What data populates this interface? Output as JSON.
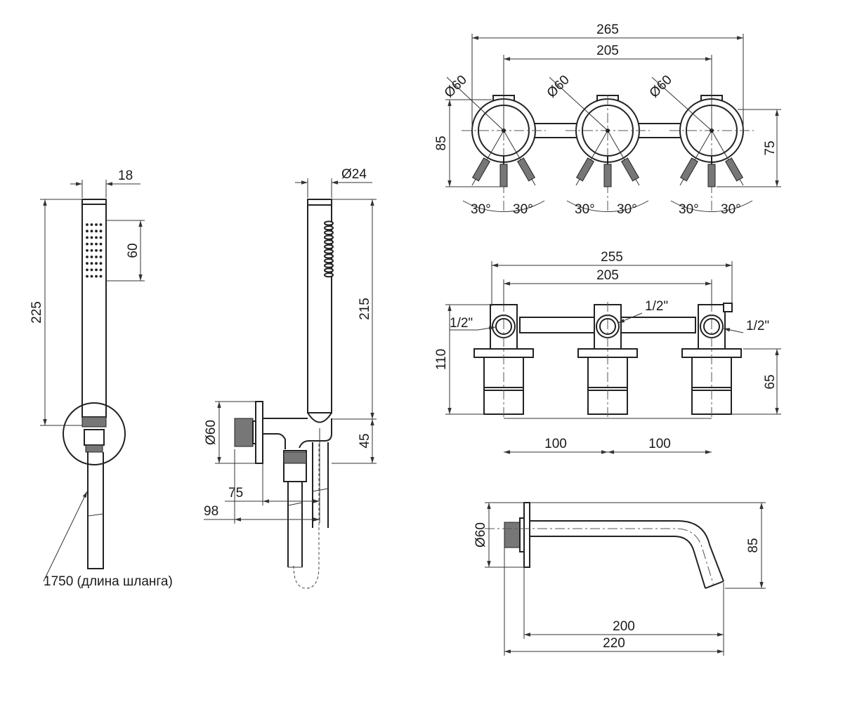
{
  "handshower_front": {
    "width": "18",
    "length": "225",
    "spray_face": "60",
    "hose_note": "1750 (длина шланга)"
  },
  "handshower_side": {
    "diameter": "Ø24",
    "length": "215",
    "outlet_height": "45",
    "flange_diameter": "Ø60",
    "projection_1": "75",
    "projection_2": "98"
  },
  "mixer_top": {
    "overall_width": "265",
    "center_distance": "205",
    "rosette_left": "Ø60",
    "rosette_center": "Ø60",
    "rosette_right": "Ø60",
    "height_left": "85",
    "height_right": "75",
    "angles": [
      "30°",
      "30°",
      "30°",
      "30°",
      "30°",
      "30°"
    ]
  },
  "mixer_body": {
    "overall_width": "255",
    "center_distance": "205",
    "thread_left": "1/2\"",
    "thread_center": "1/2\"",
    "thread_right": "1/2\"",
    "height": "110",
    "depth": "65",
    "spacing_left": "100",
    "spacing_right": "100"
  },
  "spout": {
    "flange_diameter": "Ø60",
    "height": "85",
    "projection": "200",
    "overall": "220"
  }
}
